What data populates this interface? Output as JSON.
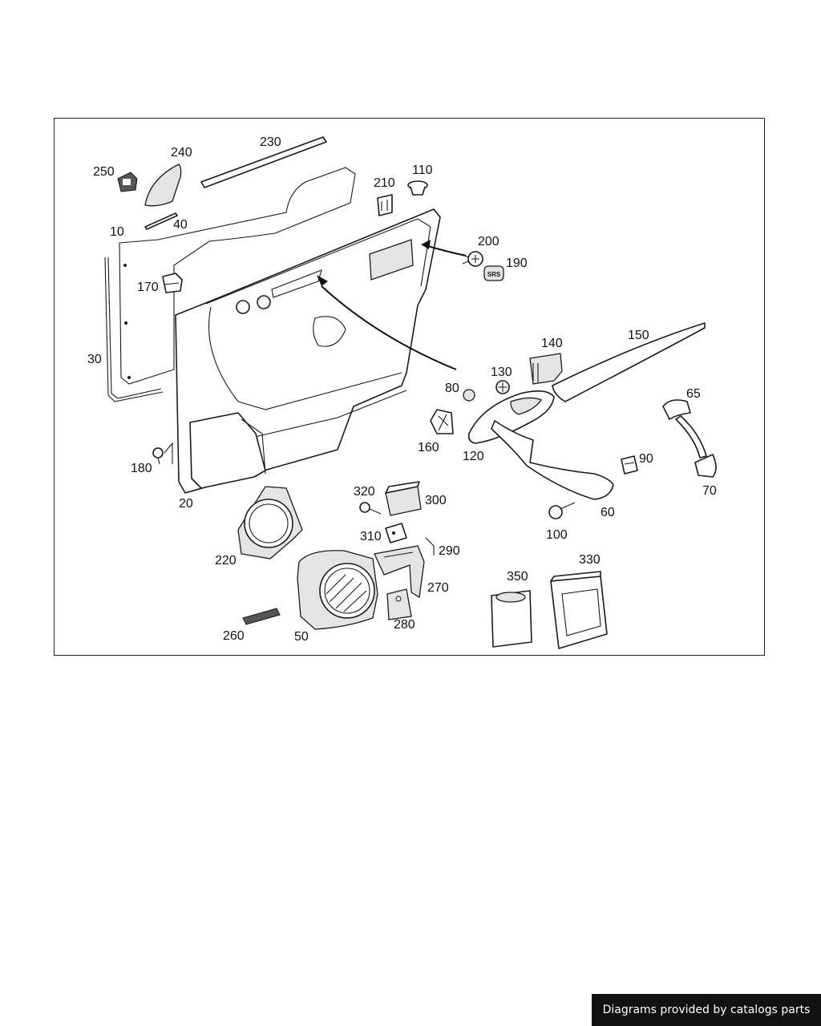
{
  "diagram": {
    "callouts": [
      "230",
      "240",
      "250",
      "110",
      "210",
      "10",
      "40",
      "200",
      "190",
      "170",
      "30",
      "140",
      "150",
      "130",
      "80",
      "65",
      "160",
      "120",
      "90",
      "180",
      "20",
      "320",
      "300",
      "60",
      "100",
      "70",
      "310",
      "290",
      "220",
      "270",
      "350",
      "330",
      "280",
      "260",
      "50"
    ]
  },
  "credit": {
    "text": "Diagrams provided by catalogs parts"
  },
  "colors": {
    "line": "#1a1a1a",
    "shade": "#e4e4e4",
    "banner_bg": "#111111",
    "banner_text": "#ffffff"
  }
}
